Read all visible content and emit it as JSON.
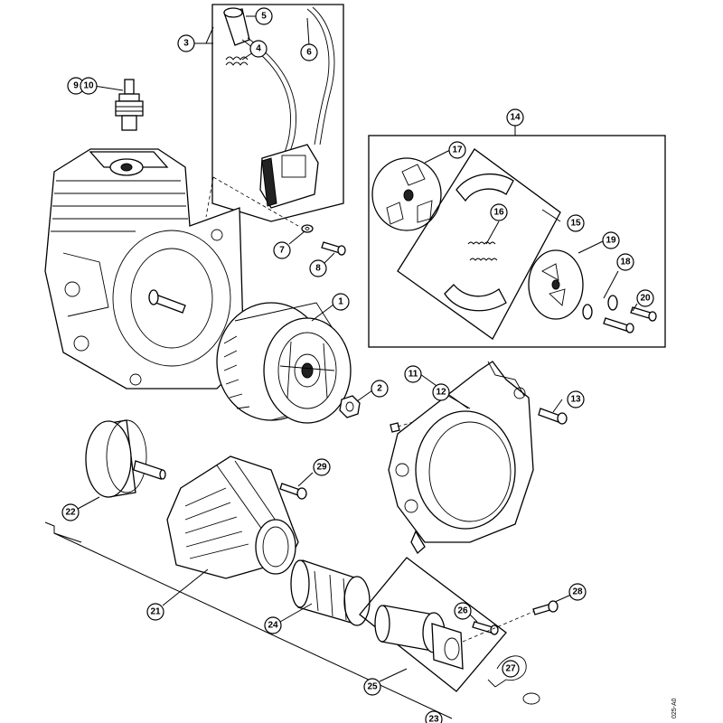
{
  "diagram_code": "025-A0",
  "callouts": [
    {
      "id": "c1",
      "label": "1"
    },
    {
      "id": "c2",
      "label": "2"
    },
    {
      "id": "c3",
      "label": "3"
    },
    {
      "id": "c4",
      "label": "4"
    },
    {
      "id": "c5",
      "label": "5"
    },
    {
      "id": "c6",
      "label": "6"
    },
    {
      "id": "c7",
      "label": "7"
    },
    {
      "id": "c8",
      "label": "8"
    },
    {
      "id": "c9",
      "label": "9"
    },
    {
      "id": "c10",
      "label": "10"
    },
    {
      "id": "c11",
      "label": "11"
    },
    {
      "id": "c12",
      "label": "12"
    },
    {
      "id": "c13",
      "label": "13"
    },
    {
      "id": "c14",
      "label": "14"
    },
    {
      "id": "c15",
      "label": "15"
    },
    {
      "id": "c16",
      "label": "16"
    },
    {
      "id": "c17",
      "label": "17"
    },
    {
      "id": "c18",
      "label": "18"
    },
    {
      "id": "c19",
      "label": "19"
    },
    {
      "id": "c20",
      "label": "20"
    },
    {
      "id": "c21",
      "label": "21"
    },
    {
      "id": "c22",
      "label": "22"
    },
    {
      "id": "c23",
      "label": "23"
    },
    {
      "id": "c24",
      "label": "24"
    },
    {
      "id": "c25",
      "label": "25"
    },
    {
      "id": "c26",
      "label": "26"
    },
    {
      "id": "c27",
      "label": "27"
    },
    {
      "id": "c28",
      "label": "28"
    },
    {
      "id": "c29",
      "label": "29"
    }
  ]
}
